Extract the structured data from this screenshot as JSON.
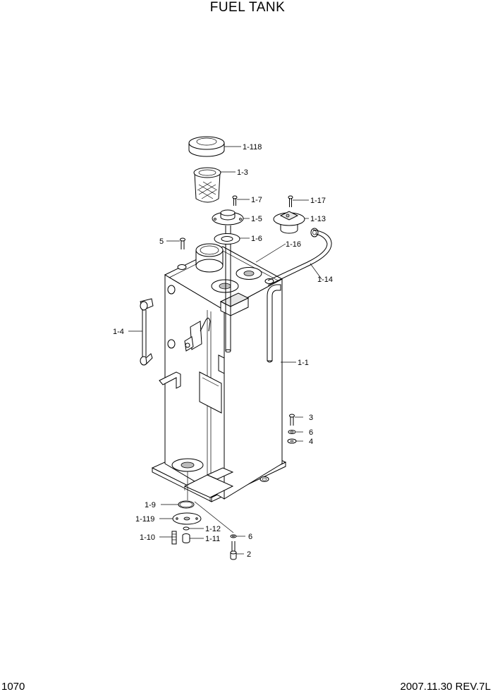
{
  "title": "FUEL TANK",
  "page_number": "1070",
  "revision": "2007.11.30 REV.7L",
  "callouts": {
    "c1_118": "1-118",
    "c1_3": "1-3",
    "c1_7": "1-7",
    "c1_17": "1-17",
    "c1_5": "1-5",
    "c1_13": "1-13",
    "c1_6": "1-6",
    "c5": "5",
    "c1_16": "1-16",
    "c1_14": "1-14",
    "c1_4": "1-4",
    "c1_1": "1-1",
    "c3": "3",
    "c6_upper": "6",
    "c4": "4",
    "c1_9": "1-9",
    "c1_119": "1-119",
    "c1_12": "1-12",
    "c1_10": "1-10",
    "c1_11": "1-11",
    "c6_lower": "6",
    "c2": "2"
  }
}
